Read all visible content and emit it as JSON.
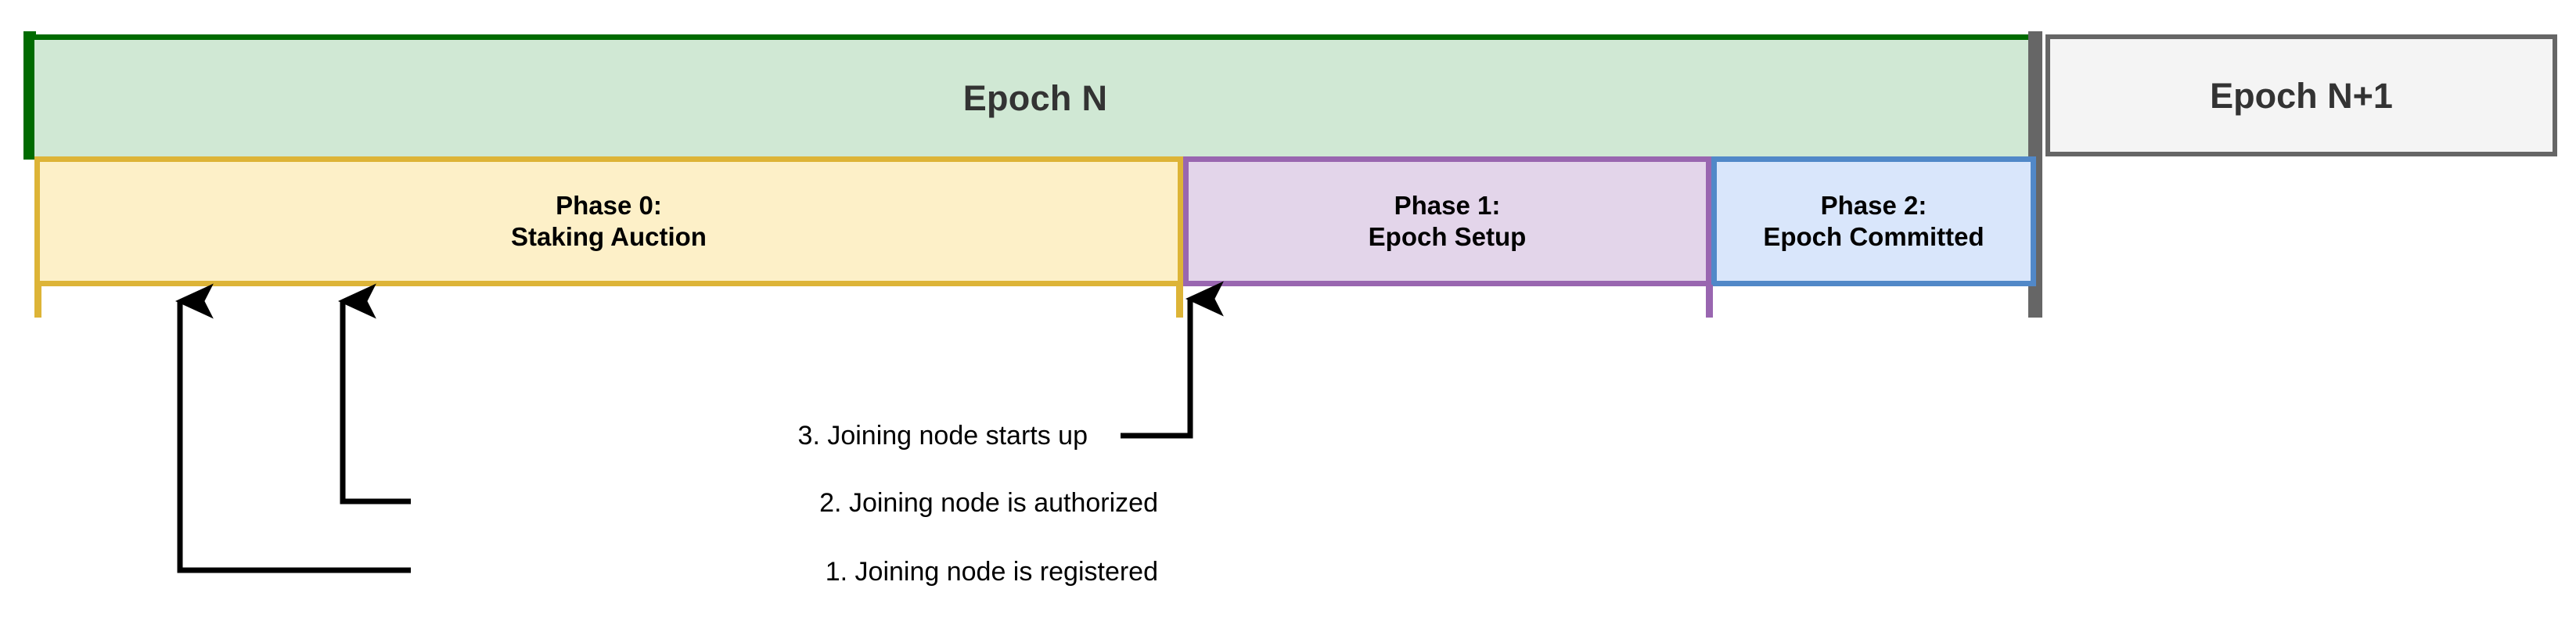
{
  "diagram": {
    "title": "Epoch phase timeline with joining-node milestones",
    "epochs": [
      {
        "id": "epoch-n",
        "label": "Epoch N",
        "fill": "#d0e8d4",
        "accent": "#006b00"
      },
      {
        "id": "epoch-n-plus",
        "label": "Epoch N+1",
        "fill": "#f4f4f4",
        "accent": "#666666"
      }
    ],
    "phases": [
      {
        "id": "phase-0",
        "line1": "Phase 0:",
        "line2": "Staking Auction",
        "fill": "#fdf0c8",
        "border": "#ddb437"
      },
      {
        "id": "phase-1",
        "line1": "Phase 1:",
        "line2": "Epoch Setup",
        "fill": "#e3d5ea",
        "border": "#9966b0"
      },
      {
        "id": "phase-2",
        "line1": "Phase 2:",
        "line2": "Epoch Committed",
        "fill": "#d9e6fb",
        "border": "#5188c8"
      }
    ],
    "callouts": [
      {
        "id": "callout-1",
        "number": "1.",
        "text": "1. Joining node is registered"
      },
      {
        "id": "callout-2",
        "number": "2.",
        "text": "2. Joining node is authorized"
      },
      {
        "id": "callout-3",
        "number": "3.",
        "text": "3. Joining node starts up"
      }
    ],
    "colors": {
      "background": "#ffffff",
      "stroke": "#000000",
      "epoch_text": "#333333",
      "phase_text": "#000000",
      "divider": "#666666"
    }
  }
}
